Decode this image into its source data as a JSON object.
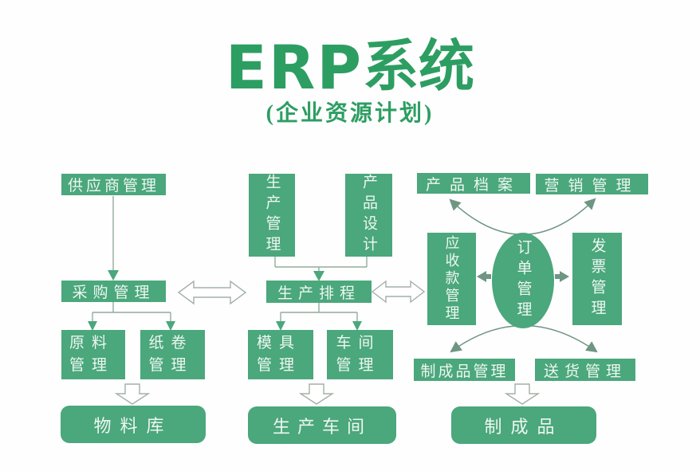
{
  "title": {
    "en": "ERP",
    "cn": "系统",
    "subtitle": "(企业资源计划)"
  },
  "colors": {
    "title_green": "#2d9e62",
    "box_green": "#4ba77c",
    "box_text": "#edf7f1",
    "thin_line": "#94ac9e",
    "connector_arrow": "#6f9583",
    "hollow_arrow_outline": "#a2b0a7"
  },
  "nodes": {
    "supplier": "供应商管理",
    "purchase": "采购管理",
    "raw_material": "原料管理",
    "paper_roll": "纸卷管理",
    "material_warehouse": "物料库",
    "production_mgmt": "生产管理",
    "product_design": "产品设计",
    "production_schedule": "生产排程",
    "mold_mgmt": "模具管理",
    "workshop_mgmt": "车间管理",
    "production_workshop": "生产车间",
    "product_archive": "产品档案",
    "marketing_mgmt": "营销管理",
    "receivables_mgmt": "应收款管理",
    "order_mgmt": "订单管理",
    "invoice_mgmt": "发票管理",
    "finished_product_mgmt": "制成品管理",
    "delivery_mgmt": "送货管理",
    "finished_product": "制成品"
  }
}
